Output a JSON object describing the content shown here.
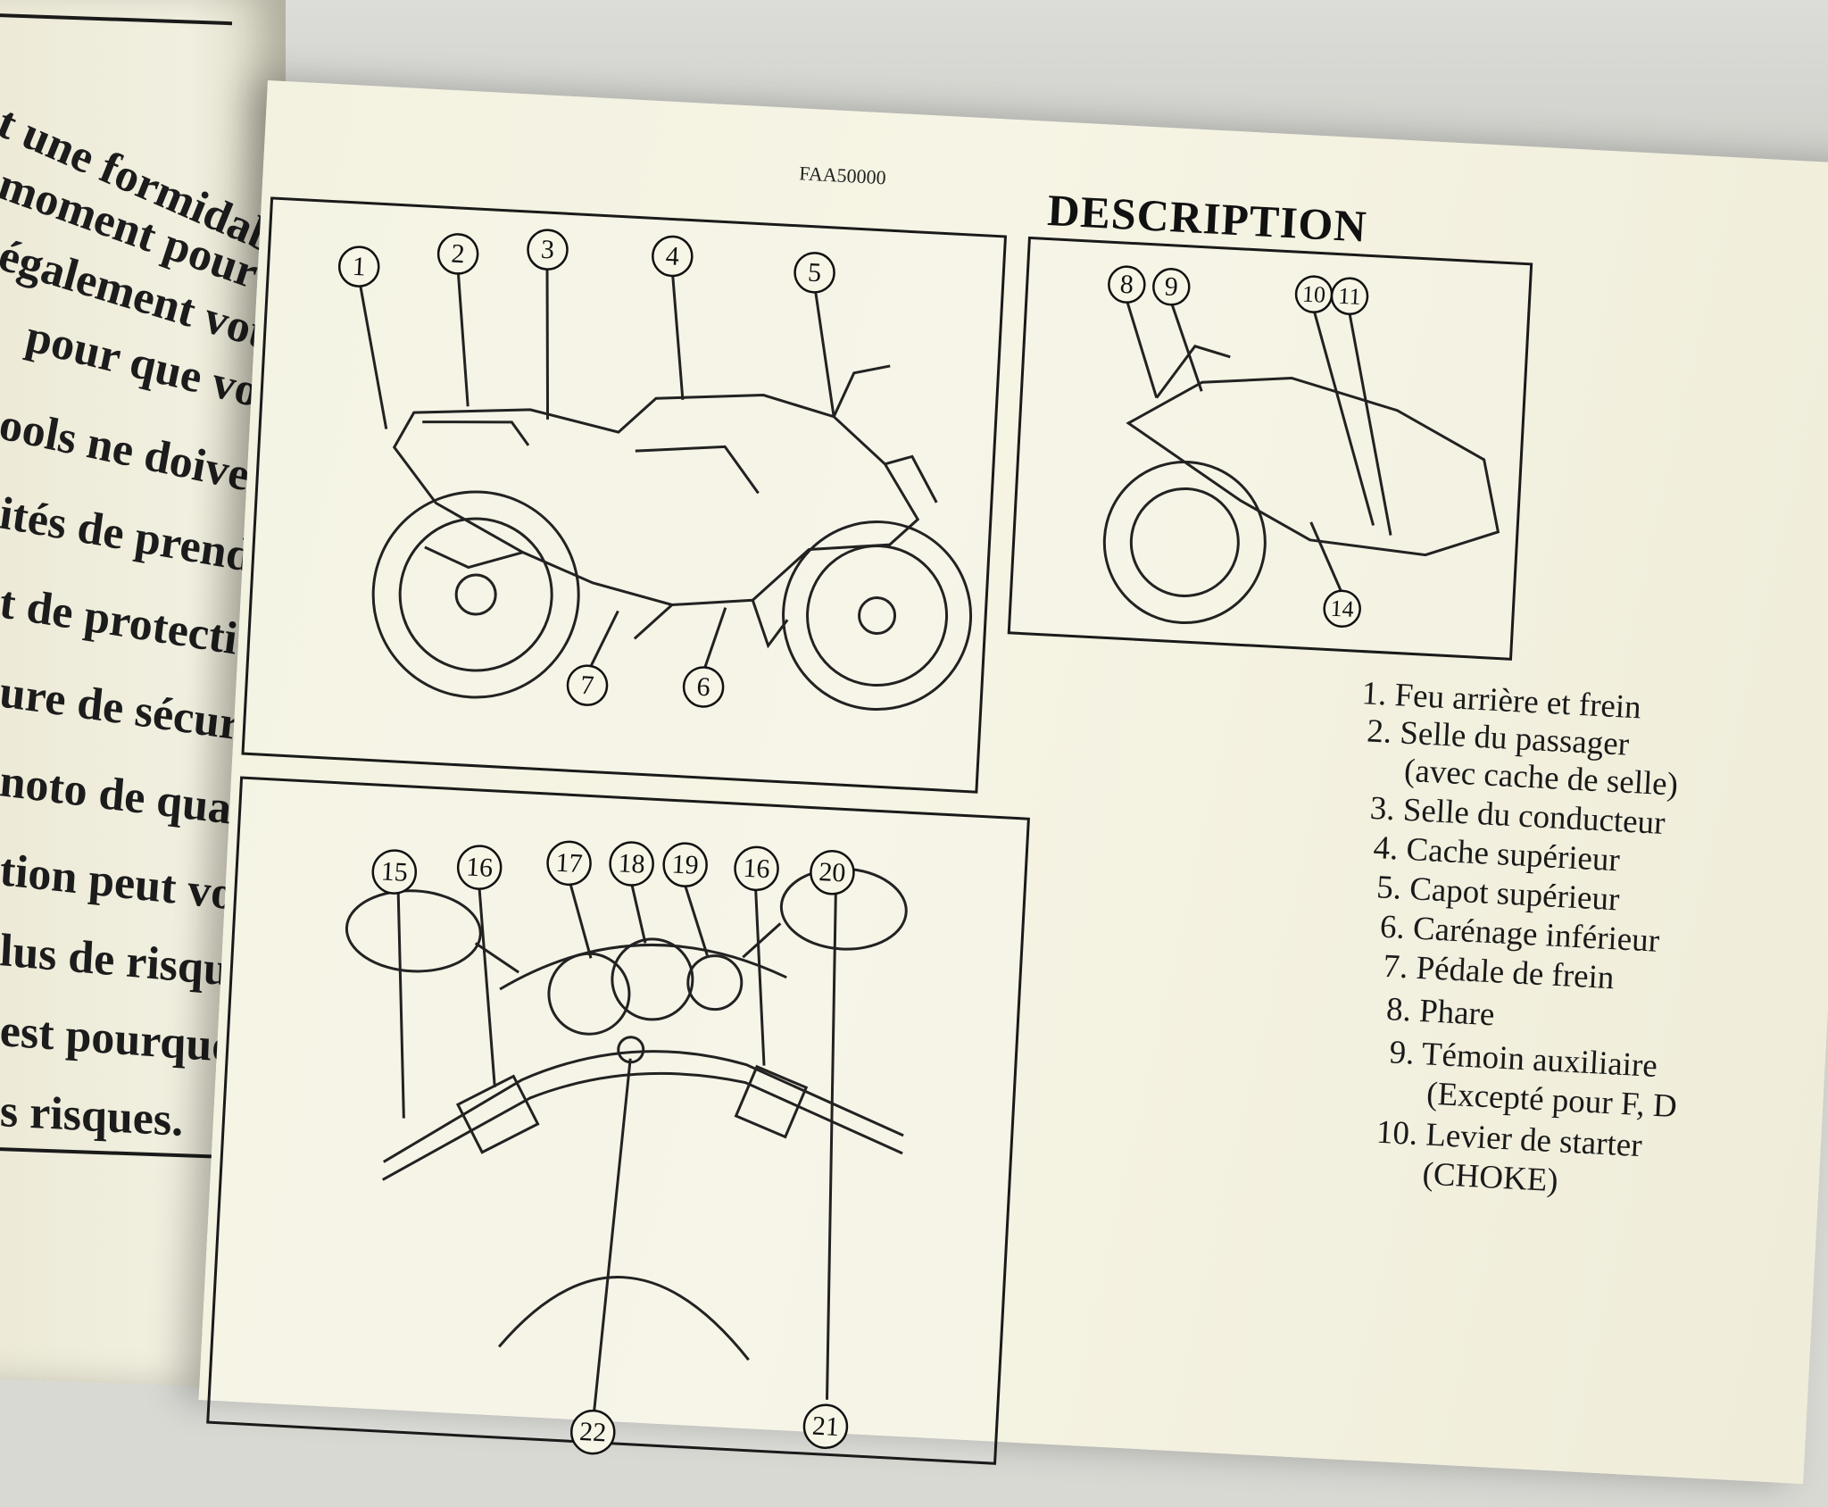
{
  "left_page": {
    "lines": [
      "t une formidab",
      "moment pour e",
      "également vou",
      "pour que vou",
      "ools ne doiven",
      "ités de prendr",
      "t de protection",
      "ure de sécurit",
      "noto de qualit",
      "tion peut vous",
      "lus de risques",
      "est pourquoi,",
      "s risques."
    ]
  },
  "page": {
    "code": "FAA50000",
    "heading": "DESCRIPTION"
  },
  "figure_side": {
    "callouts": [
      "1",
      "2",
      "3",
      "4",
      "5",
      "6",
      "7"
    ]
  },
  "figure_right": {
    "callouts": [
      "8",
      "9",
      "10",
      "11",
      "14"
    ]
  },
  "figure_cockpit": {
    "callouts": [
      "15",
      "16",
      "17",
      "18",
      "19",
      "16",
      "20",
      "21",
      "22"
    ]
  },
  "legend": [
    "1. Feu arrière et frein",
    "2. Selle du passager",
    "(avec cache de selle)",
    "3. Selle du conducteur",
    "4. Cache supérieur",
    "5. Capot supérieur",
    "6. Carénage inférieur",
    "7. Pédale de frein",
    "8. Phare",
    "9. Témoin auxiliaire",
    "(Excepté pour F, D",
    "10. Levier de starter",
    "(CHOKE)"
  ]
}
